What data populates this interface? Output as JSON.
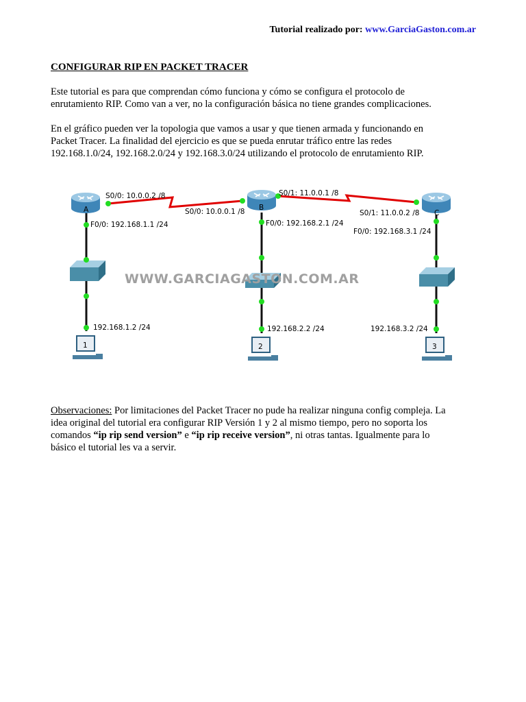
{
  "header": {
    "prefix": "Tutorial realizado por:",
    "link": "www.GarciaGaston.com.ar"
  },
  "title": "CONFIGURAR RIP EN PACKET TRACER",
  "intro": [
    "Este tutorial es para que comprendan cómo funciona y cómo se configura el protocolo de",
    "enrutamiento RIP. Como van a ver, no la configuración básica no tiene grandes complicaciones."
  ],
  "topology_text": [
    "En el gráfico pueden ver la topologia que vamos a usar y que tienen armada y funcionando en",
    "Packet Tracer. La finalidad del ejercicio es que se pueda enrutar tráfico entre las redes",
    "192.168.1.0/24, 192.168.2.0/24 y 192.168.3.0/24 utilizando el protocolo de enrutamiento RIP."
  ],
  "diagram": {
    "watermark": "WWW.GARCIAGASTON.COM.AR",
    "colors": {
      "link_red": "#e00000",
      "link_black": "#111111",
      "port_green": "#22dd22",
      "router_blue": "#5a9ec8",
      "switch_teal": "#4a8ea8"
    },
    "routers": [
      {
        "name": "A",
        "s_label": "S0/0: 10.0.0.2 /8",
        "f_label": "F0/0: 192.168.1.1 /24"
      },
      {
        "name": "B",
        "s_label_left": "S0/0: 10.0.0.1 /8",
        "s_label_right": "S0/1: 11.0.0.1 /8",
        "f_label": "F0/0: 192.168.2.1 /24"
      },
      {
        "name": "C",
        "s_label": "S0/1: 11.0.0.2 /8",
        "f_label": "F0/0: 192.168.3.1 /24"
      }
    ],
    "pcs": [
      {
        "name": "1",
        "ip": "192.168.1.2 /24"
      },
      {
        "name": "2",
        "ip": "192.168.2.2 /24"
      },
      {
        "name": "3",
        "ip": "192.168.3.2 /24"
      }
    ]
  },
  "observations": {
    "label": "Observaciones:",
    "l1": " Por limitaciones del Packet Tracer no pude ha realizar ninguna config compleja. La",
    "l2": "idea original del tutorial era configurar RIP Versión 1 y 2 al mismo tiempo, pero no soporta  los",
    "l3a": "comandos ",
    "cmd1": "“ip rip send version”",
    "l3b": " e ",
    "cmd2": "“ip rip receive version”",
    "l3c": ", ni otras tantas. Igualmente para lo",
    "l4": "básico el tutorial les va a servir."
  }
}
